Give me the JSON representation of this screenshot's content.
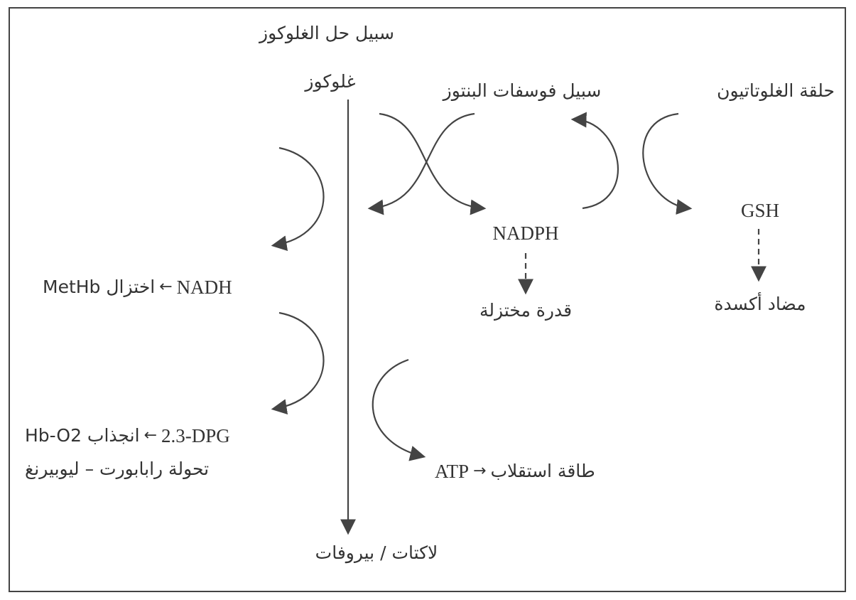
{
  "title": "سبيل حل الغلوكوز",
  "glucose": "غلوكوز",
  "end_product": "لاكتات / بيروفات",
  "pentose_pathway": "سبيل فوسفات البنتوز",
  "glutathione_cycle": "حلقة الغلوتاتيون",
  "nadph": "NADPH",
  "reducing_power": "قدرة مختزلة",
  "gsh": "GSH",
  "antioxidant": "مضاد أكسدة",
  "nadh_row": {
    "left": "NADH",
    "arrow": "←",
    "right": "اختزال MetHb"
  },
  "dpg_row": {
    "left": "2.3-DPG",
    "arrow": "←",
    "right": "انجذاب Hb-O2"
  },
  "rapoport": "تحولة رابابورت – ليوبيرنغ",
  "atp_row": {
    "left": "ATP",
    "arrow": "→",
    "right": "طاقة استقلاب"
  },
  "colors": {
    "line": "#444444",
    "text": "#333333"
  }
}
